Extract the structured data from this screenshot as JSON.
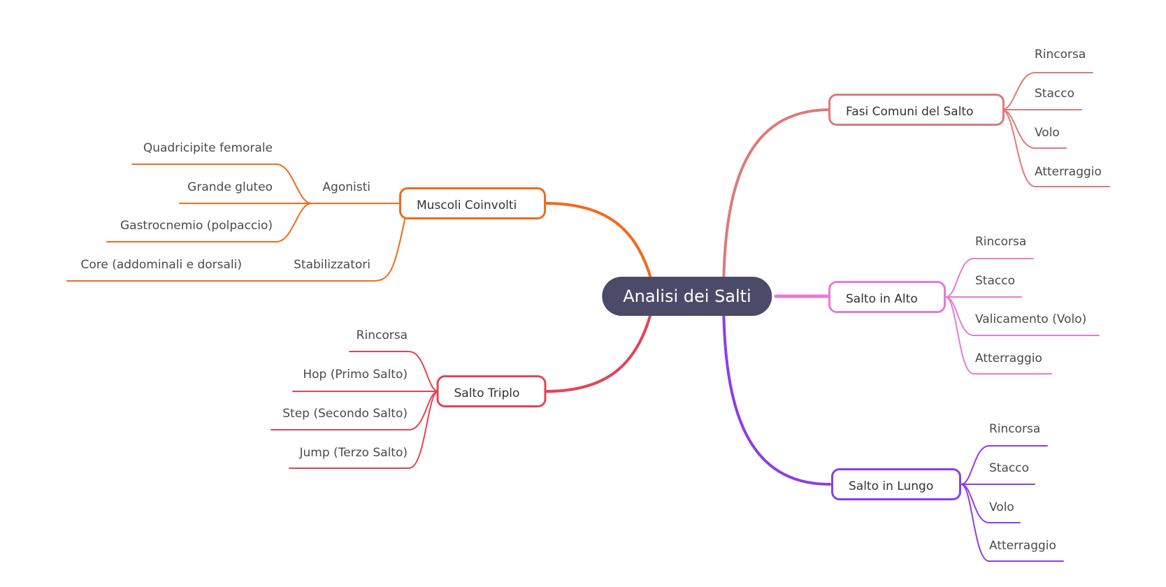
{
  "root": {
    "label": "Analisi dei Salti",
    "color": "#4b4b69"
  },
  "branches": {
    "fasi": {
      "label": "Fasi Comuni del Salto",
      "color": "#dc7a7b",
      "children": [
        "Rincorsa",
        "Stacco",
        "Volo",
        "Atterraggio"
      ]
    },
    "alto": {
      "label": "Salto in Alto",
      "color": "#e77bd3",
      "children": [
        "Rincorsa",
        "Stacco",
        "Valicamento (Volo)",
        "Atterraggio"
      ]
    },
    "lungo": {
      "label": "Salto in Lungo",
      "color": "#8a3fe6",
      "children": [
        "Rincorsa",
        "Stacco",
        "Volo",
        "Atterraggio"
      ]
    },
    "muscoli": {
      "label": "Muscoli Coinvolti",
      "color": "#f26a1b",
      "agonisti": {
        "label": "Agonisti",
        "children": [
          "Quadricipite femorale",
          "Grande gluteo",
          "Gastrocnemio (polpaccio)"
        ]
      },
      "stabilizzatori": {
        "label": "Stabilizzatori",
        "children": [
          "Core (addominali e dorsali)"
        ]
      }
    },
    "triplo": {
      "label": "Salto Triplo",
      "color": "#e04556",
      "children": [
        "Rincorsa",
        "Hop (Primo Salto)",
        "Step (Secondo Salto)",
        "Jump (Terzo Salto)"
      ]
    }
  }
}
